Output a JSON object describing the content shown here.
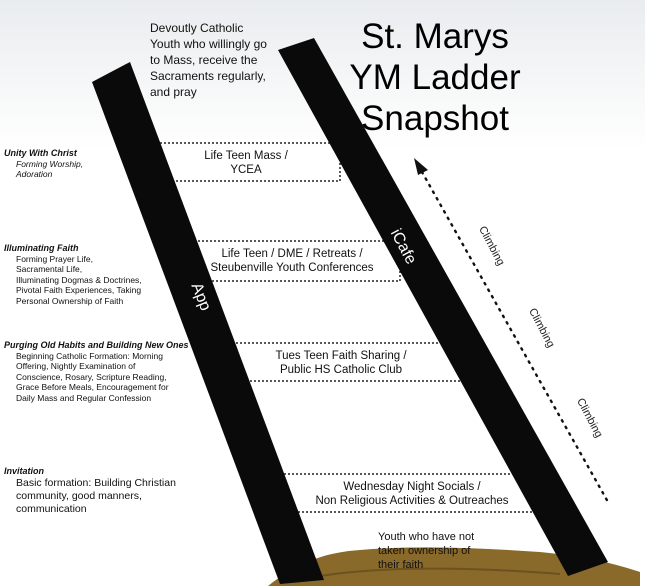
{
  "title": [
    "St. Marys",
    "YM Ladder",
    "Snapshot"
  ],
  "top_goal": [
    "Devoutly Catholic",
    "Youth who willingly go",
    "to Mass, receive the",
    "Sacraments regularly,",
    "and pray"
  ],
  "bottom_start": [
    "Youth who have not",
    "taken ownership of",
    "their faith"
  ],
  "rails": {
    "left": "App",
    "right": "iCafe"
  },
  "climbing": [
    "Climbing",
    "Climbing",
    "Climbing"
  ],
  "rungs": [
    {
      "lines": [
        "Life Teen Mass /",
        "YCEA"
      ]
    },
    {
      "lines": [
        "Life Teen / DME / Retreats /",
        "Steubenville Youth Conferences"
      ]
    },
    {
      "lines": [
        "Tues Teen Faith Sharing /",
        "Public HS Catholic Club"
      ]
    },
    {
      "lines": [
        "Wednesday Night Socials /",
        "Non Religious Activities & Outreaches"
      ]
    }
  ],
  "stages": [
    {
      "heading": "Unity With Christ",
      "lines": [
        "Forming Worship,",
        "Adoration"
      ]
    },
    {
      "heading": "Illuminating Faith",
      "lines": [
        "Forming Prayer Life,",
        "Sacramental Life,",
        "Illuminating Dogmas & Doctrines,",
        "Pivotal Faith Experiences, Taking",
        "Personal Ownership of Faith"
      ]
    },
    {
      "heading": "Purging Old Habits and Building New Ones",
      "lines": [
        "Beginning Catholic Formation: Morning",
        "Offering, Nightly Examination of",
        "Conscience, Rosary, Scripture Reading,",
        "Grace Before Meals, Encouragement for",
        "Daily Mass and Regular Confession"
      ]
    },
    {
      "heading": "Invitation",
      "lines": [
        "Basic formation: Building Christian",
        "community, good manners, communication"
      ]
    }
  ],
  "colors": {
    "rail": "#0a0a0a",
    "ground": "#8a6a2a",
    "sky": "#e9ecef"
  }
}
